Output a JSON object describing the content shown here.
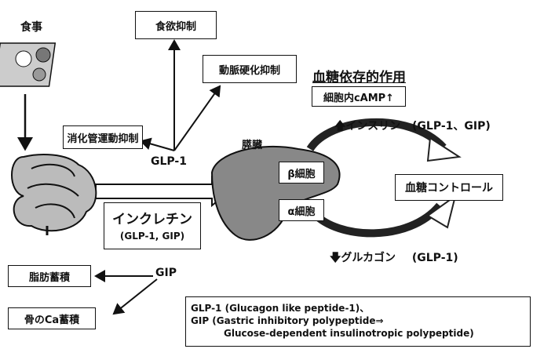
{
  "meal": "食事",
  "appetite": "食欲抑制",
  "arteriosclerosis": "動脈硬化抑制",
  "gut_motility": "消化管運動抑制",
  "glp1": "GLP-1",
  "pancreas": "膵臓",
  "beta_cell": "β細胞",
  "alpha_cell": "α細胞",
  "incretin_title": "インクレチン",
  "incretin_sub": "(GLP-1, GIP)",
  "glucose_dependent": "血糖依存的作用",
  "camp": "細胞内cAMP↑",
  "insulin": "インスリン",
  "insulin_tag": "(GLP-1、GIP)",
  "glucagon": "グルカゴン",
  "glucagon_tag": "(GLP-1)",
  "glucose_control": "血糖コントロール",
  "gip": "GIP",
  "fat": "脂肪蓄積",
  "bone": "骨のCa蓄積",
  "legend": {
    "line1": "GLP-1 (Glucagon like peptide-1)、",
    "line2": "GIP (Gastric inhibitory polypeptide⇒",
    "line3": "Glucose-dependent insulinotropic polypeptide)"
  }
}
